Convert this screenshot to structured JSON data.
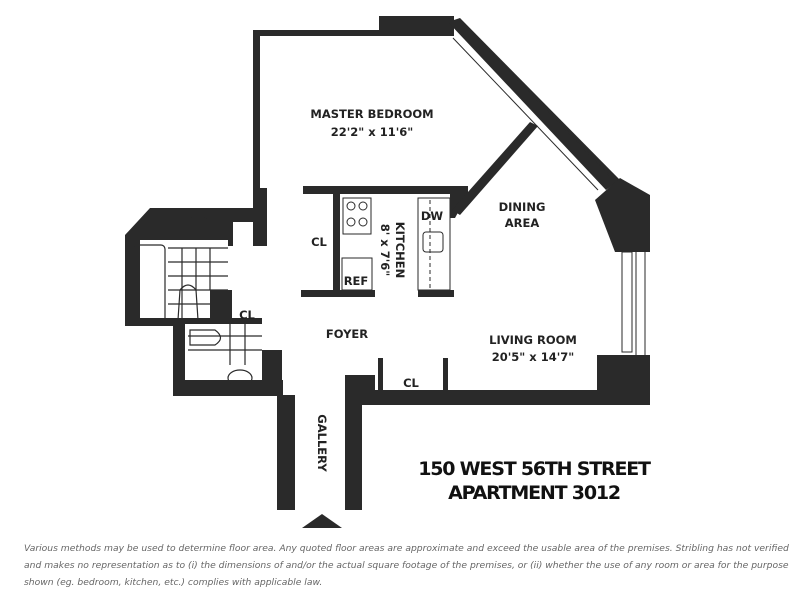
{
  "rooms": {
    "master_bedroom": {
      "name": "MASTER BEDROOM",
      "dims": "22'2\" x 11'6\""
    },
    "dining": {
      "line1": "DINING",
      "line2": "AREA"
    },
    "kitchen": {
      "name": "KITCHEN",
      "dims": "8' x 7'6\""
    },
    "kitchen_closet": "CL",
    "refrigerator": "REF",
    "dishwasher": "DW",
    "bath_closet": "CL",
    "foyer": "FOYER",
    "living_room": {
      "name": "LIVING ROOM",
      "dims": "20'5\" x 14'7\""
    },
    "living_closet": "CL",
    "gallery": "GALLERY"
  },
  "address": {
    "street": "150 WEST 56TH STREET",
    "apartment": "APARTMENT 3012"
  },
  "disclaimer": [
    "Various methods may be used to determine floor area. Any quoted floor areas are approximate and exceed the usable area of the premises. Stribling has not verified",
    "and makes no representation as to (i) the dimensions of and/or the actual square footage of the premises, or (ii) whether the use of any room or area for the purpose",
    "shown (eg. bedroom, kitchen, etc.) complies with applicable law."
  ],
  "colors": {
    "wall": "#2a2a2a",
    "text": "#222222",
    "disclaimer": "#666666"
  }
}
